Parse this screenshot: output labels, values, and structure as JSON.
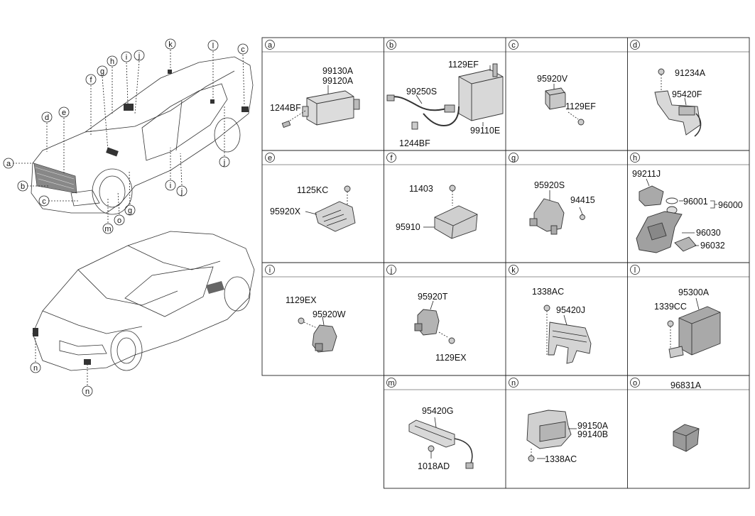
{
  "cells": [
    {
      "letter": "a",
      "labels": [
        "99130A",
        "99120A",
        "1244BF"
      ]
    },
    {
      "letter": "b",
      "labels": [
        "1129EF",
        "99250S",
        "99110E",
        "1244BF"
      ]
    },
    {
      "letter": "c",
      "labels": [
        "95920V",
        "1129EF"
      ]
    },
    {
      "letter": "d",
      "labels": [
        "91234A",
        "95420F"
      ]
    },
    {
      "letter": "e",
      "labels": [
        "1125KC",
        "95920X"
      ]
    },
    {
      "letter": "f",
      "labels": [
        "11403",
        "95910"
      ]
    },
    {
      "letter": "g",
      "labels": [
        "95920S",
        "94415"
      ]
    },
    {
      "letter": "h",
      "labels": [
        "99211J",
        "96001",
        "96000",
        "96030",
        "96032"
      ]
    },
    {
      "letter": "i",
      "labels": [
        "1129EX",
        "95920W"
      ]
    },
    {
      "letter": "j",
      "labels": [
        "95920T",
        "1129EX"
      ]
    },
    {
      "letter": "k",
      "labels": [
        "1338AC",
        "95420J"
      ]
    },
    {
      "letter": "l",
      "labels": [
        "95300A",
        "1339CC"
      ]
    },
    {
      "letter": "m",
      "labels": [
        "95420G",
        "1018AD"
      ]
    },
    {
      "letter": "n",
      "labels": [
        "99150A",
        "99140B",
        "1338AC"
      ]
    },
    {
      "letter": "o",
      "labels": [
        "96831A"
      ]
    }
  ],
  "front_car_callouts": [
    "a",
    "b",
    "c",
    "d",
    "e",
    "f",
    "g",
    "h",
    "i",
    "j",
    "k",
    "l",
    "c",
    "m",
    "o",
    "g",
    "i",
    "j"
  ],
  "rear_car_callouts": [
    "n",
    "n"
  ]
}
